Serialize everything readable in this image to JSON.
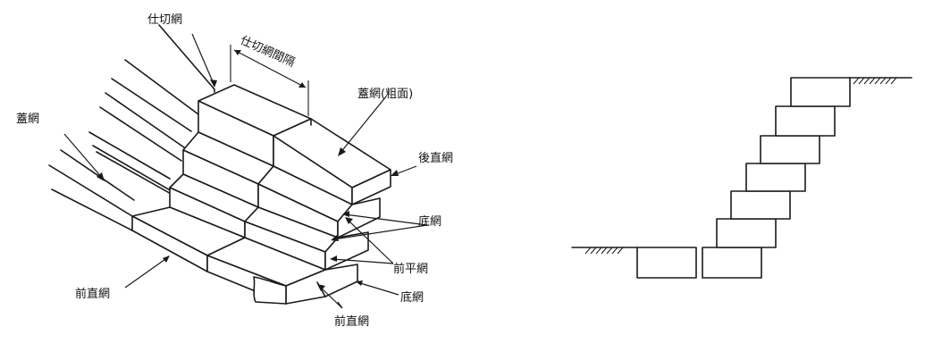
{
  "left_figure": {
    "labels": {
      "partition_net": "仕切網",
      "partition_spacing": "仕切網間隔",
      "lid_net_top": "蓋網(粗面)",
      "lid_net_left": "蓋網",
      "back_vertical_net": "後直網",
      "bottom_net_upper": "底網",
      "front_flat_net": "前平網",
      "bottom_net_lower": "底網",
      "front_vertical_net_bottom": "前直網",
      "front_vertical_net_left": "前直網"
    }
  },
  "right_figure": {}
}
